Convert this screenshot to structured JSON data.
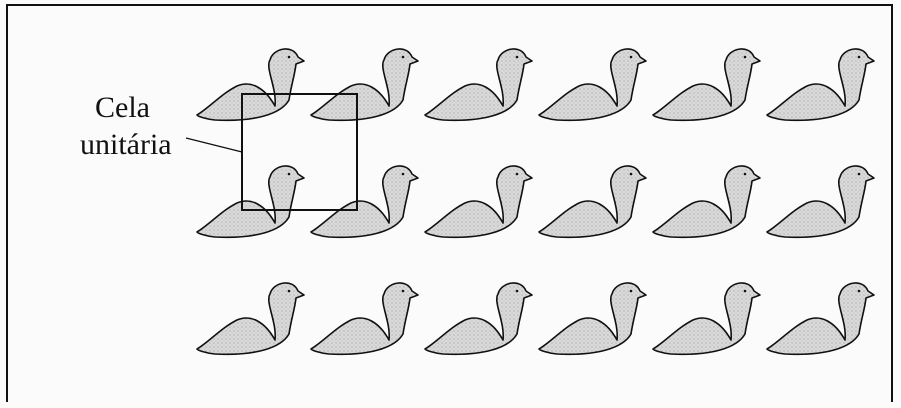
{
  "figure": {
    "label_line1": "Cela",
    "label_line2": "unitária",
    "lattice": {
      "rows": 3,
      "columns": 6
    },
    "colors": {
      "bird_fill": "#d6d6d6",
      "stroke": "#111111"
    }
  }
}
